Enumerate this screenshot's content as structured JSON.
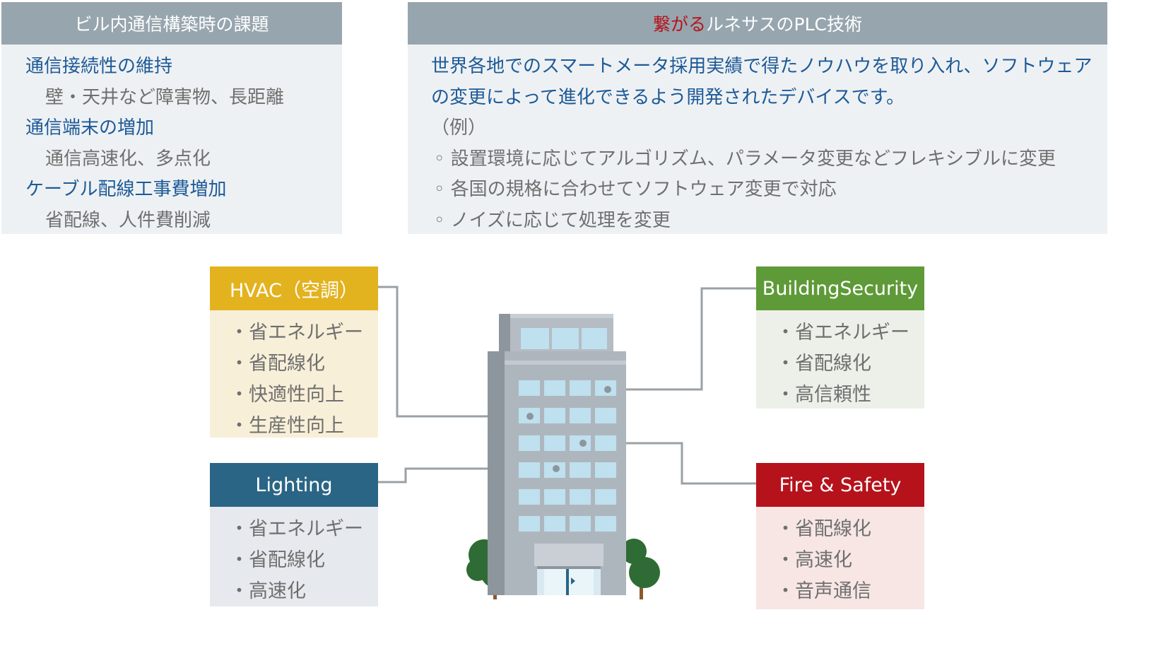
{
  "left_panel": {
    "title": "ビル内通信構築時の課題",
    "items": [
      {
        "heading": "通信接続性の維持",
        "detail": "壁・天井など障害物、長距離"
      },
      {
        "heading": "通信端末の増加",
        "detail": "通信高速化、多点化"
      },
      {
        "heading": "ケーブル配線工事費増加",
        "detail": "省配線、人件費削減"
      }
    ]
  },
  "right_panel": {
    "title_accent": "繋がる",
    "title_rest": "ルネサスのPLC技術",
    "intro_line1": "世界各地でのスマートメータ採用実績で得たノウハウを取り入れ、ソフトウェア",
    "intro_line2": "の変更によって進化できるよう開発されたデバイスです。",
    "example_label": "（例）",
    "examples": [
      "◦ 設置環境に応じてアルゴリズム、パラメータ変更などフレキシブルに変更",
      "◦ 各国の規格に合わせてソフトウェア変更で対応",
      "◦ ノイズに応じて処理を変更"
    ]
  },
  "categories": {
    "hvac": {
      "title": "HVAC（空調）",
      "items": [
        "・省エネルギー",
        "・省配線化",
        "・快適性向上",
        "・生産性向上"
      ]
    },
    "lighting": {
      "title": "Lighting",
      "items": [
        "・省エネルギー",
        "・省配線化",
        "・高速化"
      ]
    },
    "security": {
      "title": "BuildingSecurity",
      "items": [
        "・省エネルギー",
        "・省配線化",
        "・高信頼性"
      ]
    },
    "fire": {
      "title": "Fire & Safety",
      "items": [
        "・省配線化",
        "・高速化",
        "・音声通信"
      ]
    }
  },
  "colors": {
    "panel_header": "#97a5ae",
    "panel_body": "#eef1f3",
    "accent_red": "#b5121b",
    "text_blue": "#1d5a98",
    "hvac": "#e3b21f",
    "hvac_body": "#f8efd8",
    "lighting": "#2a6585",
    "lighting_body": "#e6e9ee",
    "security": "#5e9a38",
    "security_body": "#edf0e9",
    "fire": "#b5121b",
    "fire_body": "#f7e6e4"
  }
}
